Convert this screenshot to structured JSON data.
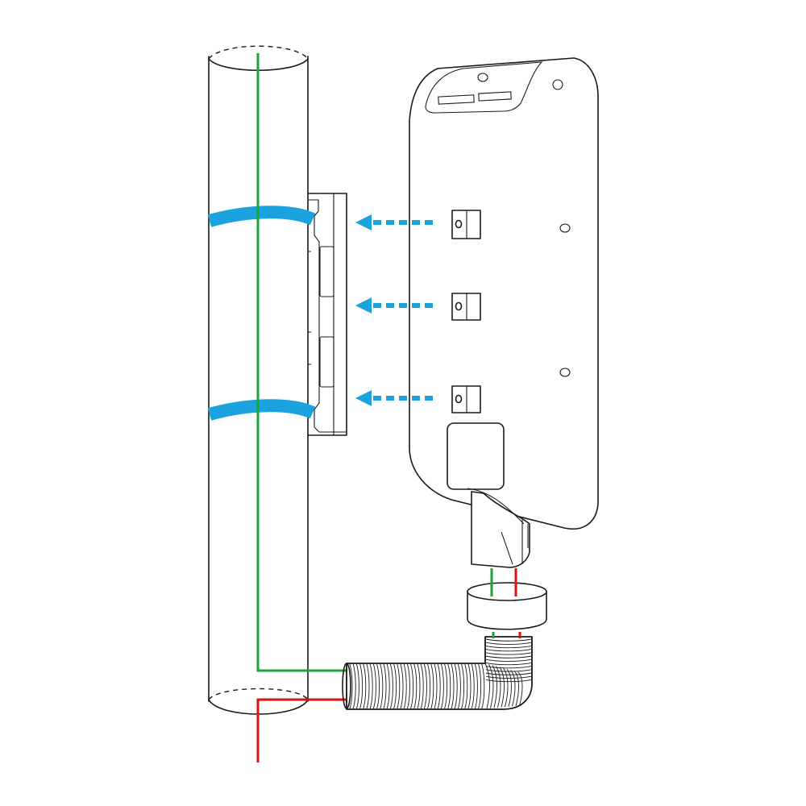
{
  "colors": {
    "line": "#1a1a1a",
    "ground_wire": "#1aa33a",
    "live_wire": "#e01010",
    "strap": "#1aa3df",
    "arrow": "#1aa3df",
    "background": "#ffffff"
  },
  "icons": [
    "pole",
    "mounting-bracket",
    "strap",
    "device-enclosure",
    "mounting-lug",
    "cable-gland",
    "conduit-coupler",
    "flexible-conduit",
    "arrow-left"
  ]
}
